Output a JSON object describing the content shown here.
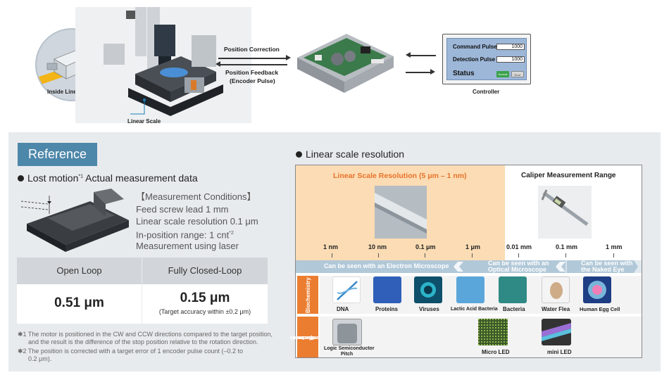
{
  "top": {
    "inset_label": "Inside Linear Scale",
    "linear_scale_label": "Linear Scale",
    "arrow_position_correction": "Position Correction",
    "arrow_position_feedback": "Position Feedback",
    "arrow_encoder_pulse": "(Encoder Pulse)",
    "controller_label": "Controller",
    "controller": {
      "command_pulse_label": "Command Pulse",
      "command_pulse_value": "1000",
      "detection_pulse_label": "Detection Pulse",
      "detection_pulse_value": "1000",
      "status_label": "Status",
      "status_normal": "Normal",
      "status_error": "Error"
    }
  },
  "reference": {
    "tag": "Reference",
    "lost_motion_title": "Lost motion",
    "lost_motion_sup": "*1",
    "lost_motion_rest": " Actual measurement data",
    "conditions_title": "【Measurement Conditions】",
    "conditions": [
      "Feed screw lead 1 mm",
      "Linear scale resolution 0.1 μm",
      "In-position range: 1 cnt",
      "Measurement using laser"
    ],
    "inposition_sup": "*2",
    "table": {
      "col1_header": "Open Loop",
      "col2_header": "Fully Closed-Loop",
      "col1_value": "0.51 μm",
      "col2_value": "0.15 μm",
      "col2_note": "(Target accuracy within ±0.2 μm)"
    },
    "notes": [
      {
        "mark": "✱1",
        "line1": "The motor is positioned in the CW and CCW directions compared to the target position,",
        "line2": "and the result is the difference of the stop position relative to the rotation direction."
      },
      {
        "mark": "✱2",
        "line1": "The position is corrected with a target error of 1 encoder pulse count (–0.2 to",
        "line2": "0.2 μm)."
      }
    ]
  },
  "resolution": {
    "title": "Linear scale resolution",
    "linear_range_title": "Linear Scale Resolution (5 μm – 1 nm)",
    "caliper_title": "Caliper Measurement Range",
    "scale": [
      "1 nm",
      "10 nm",
      "0.1 μm",
      "1 μm",
      "0.01 mm",
      "0.1 mm",
      "1 mm"
    ],
    "band": {
      "electron": "Can be seen with an Electron Microscope",
      "optical_1": "Can be seen with an",
      "optical_2": "Optical Microscope",
      "naked_1": "Can be seen with",
      "naked_2": "the Naked Eye"
    },
    "bio_label": "Biochemistry",
    "bio_items": [
      "DNA",
      "Proteins",
      "Viruses",
      "Lactic Acid Bacteria",
      "Bacteria",
      "Water Flea",
      "Human Egg Cell"
    ],
    "ele_label_1": "Electronic",
    "ele_label_2": "Components",
    "ele_label_3": "Semiconductors",
    "ele_items": {
      "logic_1": "Logic Semiconductor",
      "logic_2": "Pitch",
      "micro_led": "Micro LED",
      "mini_led": "mini LED"
    },
    "colors": {
      "accent_orange": "#eb7d31",
      "title_orange": "#e8722a",
      "band_blue": "#b1c8d8"
    }
  }
}
